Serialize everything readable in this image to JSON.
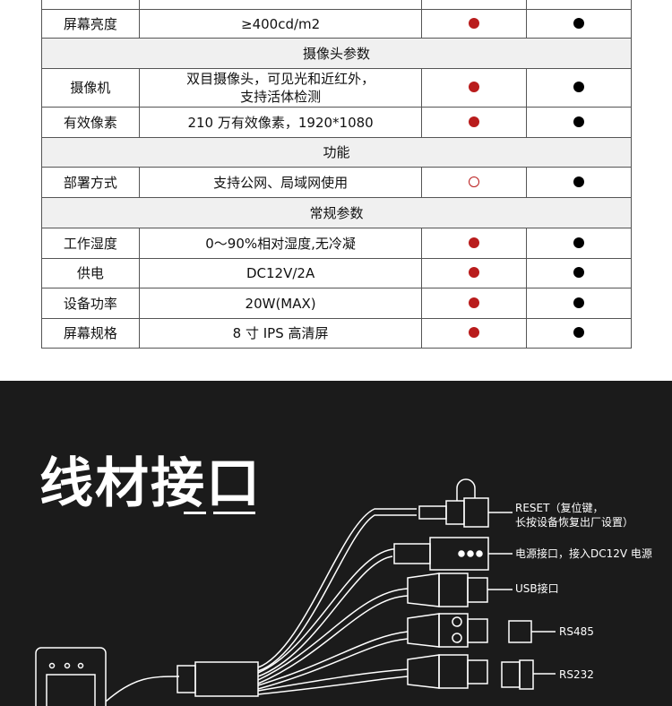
{
  "table": {
    "rows": [
      {
        "type": "row",
        "label": "",
        "value": "",
        "a": "",
        "b": ""
      },
      {
        "type": "row",
        "label": "屏幕亮度",
        "value": "≥400cd/m2",
        "a": "red",
        "b": "black"
      },
      {
        "type": "section",
        "title": "摄像头参数"
      },
      {
        "type": "row",
        "label": "摄像机",
        "value": "双目摄像头，可见光和近红外，\n支持活体检测",
        "a": "red",
        "b": "black"
      },
      {
        "type": "row",
        "label": "有效像素",
        "value": "210 万有效像素，1920*1080",
        "a": "red",
        "b": "black"
      },
      {
        "type": "section",
        "title": "功能"
      },
      {
        "type": "row",
        "label": "部署方式",
        "value": "支持公网、局域网使用",
        "a": "hollow",
        "b": "black"
      },
      {
        "type": "section",
        "title": "常规参数"
      },
      {
        "type": "row",
        "label": "工作湿度",
        "value": "0～90%相对湿度,无冷凝",
        "a": "red",
        "b": "black"
      },
      {
        "type": "row",
        "label": "供电",
        "value": "DC12V/2A",
        "a": "red",
        "b": "black"
      },
      {
        "type": "row",
        "label": "设备功率",
        "value": "20W(MAX)",
        "a": "red",
        "b": "black"
      },
      {
        "type": "row",
        "label": "屏幕规格",
        "value": "8 寸 IPS 高清屏",
        "a": "red",
        "b": "black"
      }
    ]
  },
  "cable": {
    "title": "线材接口",
    "labels": {
      "reset": "RESET（复位键，\n长按设备恢复出厂设置）",
      "power": "电源接口，接入DC12V 电源",
      "usb": "USB接口",
      "rs485": "RS485",
      "rs232": "RS232"
    }
  }
}
